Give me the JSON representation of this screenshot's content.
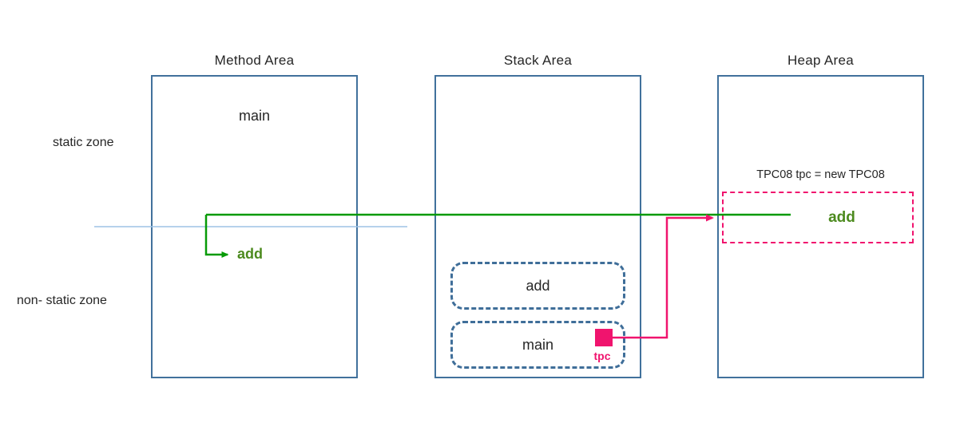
{
  "diagram": {
    "zones": {
      "static_label": "static zone",
      "nonstatic_label": "non- static zone"
    },
    "areas": {
      "method": {
        "title": "Method Area",
        "static_member": "main",
        "nonstatic_member": "add"
      },
      "stack": {
        "title": "Stack Area",
        "frames": [
          {
            "label": "add"
          },
          {
            "label": "main"
          }
        ],
        "reference_label": "tpc"
      },
      "heap": {
        "title": "Heap Area",
        "object_declaration": "TPC08 tpc = new TPC08",
        "object_member": "add"
      }
    },
    "colors": {
      "area_border_blue": "#41719c",
      "frame_dashed_blue": "#3f6e99",
      "connector_green": "#069a06",
      "member_text_green": "#4c8a1e",
      "accent_pink": "#f0146e",
      "text_dark": "#262626",
      "divider_light_blue": "#9dc3e6"
    }
  }
}
